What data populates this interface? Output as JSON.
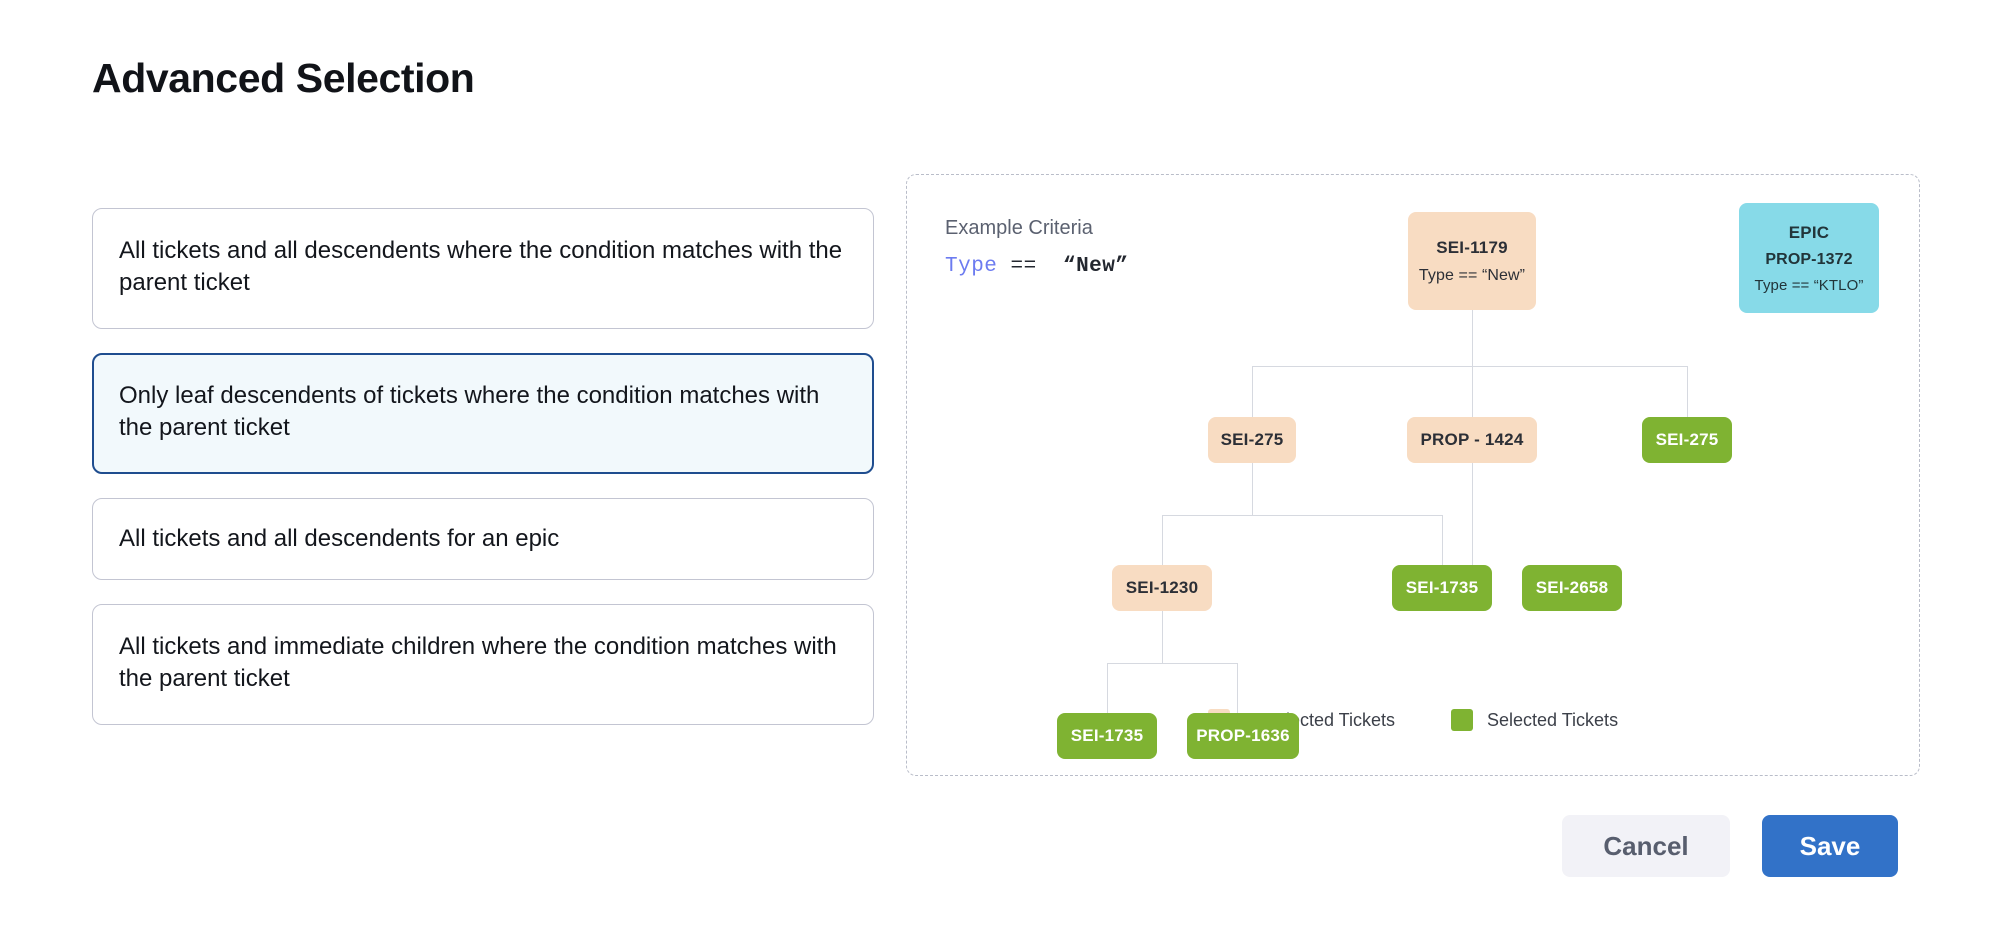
{
  "page": {
    "title": "Advanced Selection"
  },
  "options": [
    {
      "label": "All tickets and all descendents where the condition matches with the parent ticket",
      "selected": false,
      "multiline": true
    },
    {
      "label": "Only leaf descendents of tickets where the condition matches with the parent ticket",
      "selected": true,
      "multiline": true
    },
    {
      "label": "All tickets and all descendents for an epic",
      "selected": false,
      "multiline": false
    },
    {
      "label": "All tickets and immediate children where the condition matches with the parent ticket",
      "selected": false,
      "multiline": true
    }
  ],
  "diagram": {
    "criteria_label": "Example Criteria",
    "criteria_field": "Type",
    "criteria_operator": "==",
    "criteria_value": "“New”",
    "nodes": {
      "root": {
        "id": "SEI-1179",
        "sub": "Type == “New”",
        "state": "unselected"
      },
      "epic": {
        "kind": "EPIC",
        "id": "PROP-1372",
        "sub": "Type == “KTLO”",
        "state": "epic"
      },
      "n_sei275a": {
        "id": "SEI-275",
        "state": "unselected"
      },
      "n_prop1424": {
        "id": "PROP - 1424",
        "state": "unselected"
      },
      "n_sei275b": {
        "id": "SEI-275",
        "state": "selected"
      },
      "n_sei1230": {
        "id": "SEI-1230",
        "state": "unselected"
      },
      "n_sei1735a": {
        "id": "SEI-1735",
        "state": "selected"
      },
      "n_sei2658": {
        "id": "SEI-2658",
        "state": "selected"
      },
      "n_sei1735b": {
        "id": "SEI-1735",
        "state": "selected"
      },
      "n_prop1636": {
        "id": "PROP-1636",
        "state": "selected"
      }
    },
    "legend": [
      {
        "label": "Unselected Tickets",
        "color": "#f8dcc2"
      },
      {
        "label": "Selected Tickets",
        "color": "#7fb332"
      }
    ]
  },
  "footer": {
    "cancel_label": "Cancel",
    "save_label": "Save"
  },
  "colors": {
    "accent": "#3272c8",
    "selected_card_border": "#1f4d8f",
    "selected_card_bg": "#f2f9fc",
    "unselected_ticket": "#f8dcc2",
    "selected_ticket": "#7fb332",
    "epic_ticket": "#87dae8",
    "connector": "#d6d9e0"
  }
}
